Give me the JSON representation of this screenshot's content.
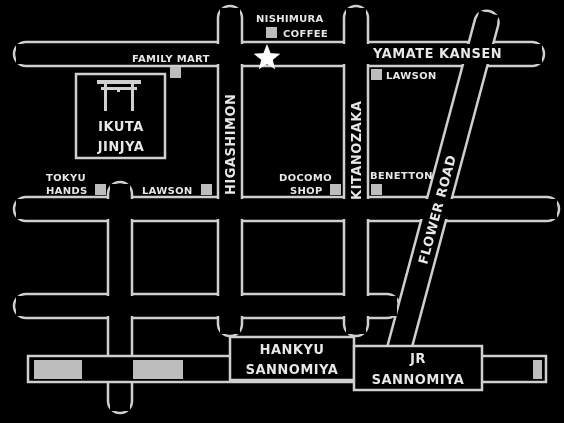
{
  "map": {
    "landmarks": {
      "nishimura_1": "NISHIMURA",
      "nishimura_2": "COFFEE",
      "family_mart": "FAMILY MART",
      "lawson_top": "LAWSON",
      "ikuta_1": "IKUTA",
      "ikuta_2": "JINJYA",
      "tokyu_1": "TOKYU",
      "tokyu_2": "HANDS",
      "lawson_mid": "LAWSON",
      "docomo_1": "DOCOMO",
      "docomo_2": "SHOP",
      "benetton": "BENETTON"
    },
    "roads": {
      "yamate": "YAMATE KANSEN",
      "higashimon": "HIGASHIMON",
      "kitanozaka": "KITANOZAKA",
      "flower": "FLOWER ROAD"
    },
    "stations": {
      "hankyu_1": "HANKYU",
      "hankyu_2": "SANNOMIYA",
      "jr_1": "JR",
      "jr_2": "SANNOMIYA"
    },
    "colors": {
      "background": "#000000",
      "outline": "#cfcfcf",
      "text": "#e8e8e8",
      "marker": "#bdbdbd",
      "star": "#ffffff"
    },
    "icons": {
      "destination": "star-icon",
      "shrine": "torii-gate-icon"
    }
  }
}
